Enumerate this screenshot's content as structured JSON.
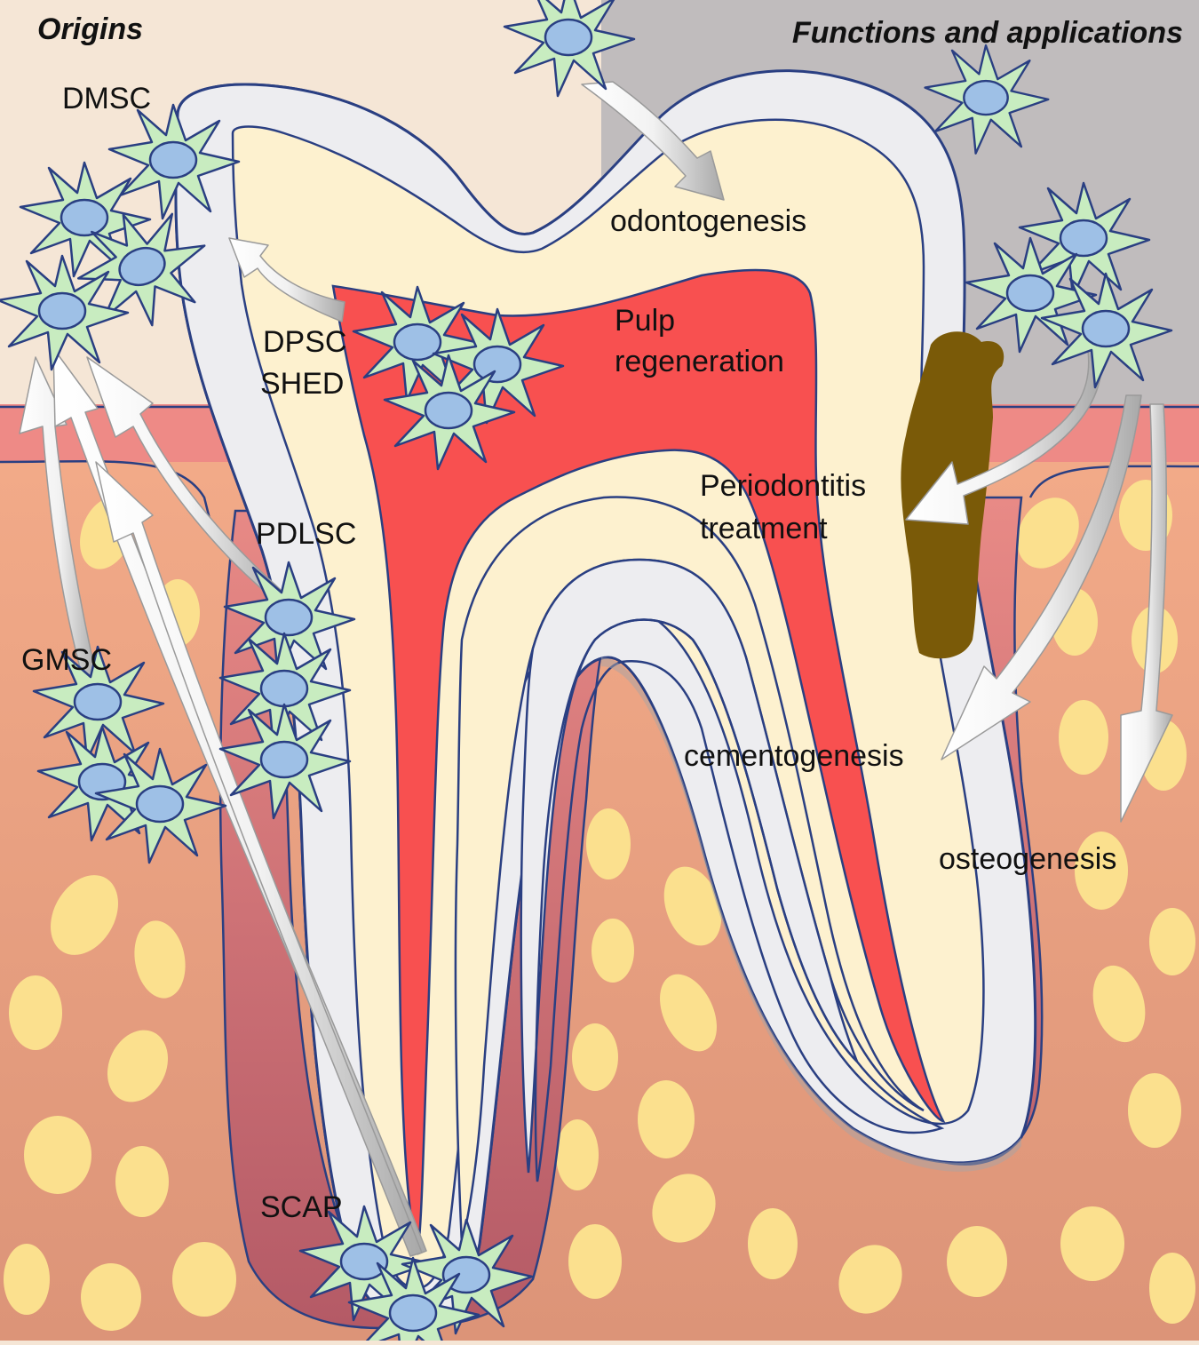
{
  "headers": {
    "origins": "Origins",
    "functions": "Functions and applications"
  },
  "origins": {
    "dmsc": "DMSC",
    "dpsc": "DPSC",
    "shed": "SHED",
    "pdlsc": "PDLSC",
    "gmsc": "GMSC",
    "scap": "SCAP"
  },
  "applications": {
    "odontogenesis": "odontogenesis",
    "pulp_line1": "Pulp",
    "pulp_line2": "regeneration",
    "perio_line1": "Periodontitis",
    "perio_line2": "treatment",
    "cementogenesis": "cementogenesis",
    "osteogenesis": "osteogenesis"
  },
  "colors": {
    "left_background": "#f5e6d6",
    "right_background": "#c0bcbd",
    "gum": "#ee8a86",
    "bone": "#e8a480",
    "bone_spots": "#fbe08e",
    "enamel": "#ededf0",
    "dentin": "#fdf1cf",
    "pulp": "#f85050",
    "outline": "#2a3f82",
    "cell_body": "#c8ecc0",
    "cell_nucleus": "#9ec0e6",
    "calculus": "#7a5a08"
  }
}
